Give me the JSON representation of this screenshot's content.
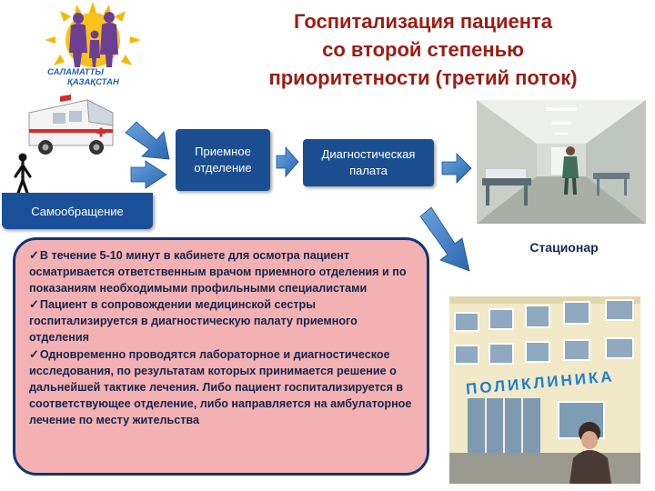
{
  "title": {
    "line1": "Госпитализация пациента",
    "line2": "со второй степенью",
    "line3": "приоритетности (третий поток)"
  },
  "logo": {
    "line1": "САЛАМАТТЫ",
    "line2": "ҚАЗАҚСТАН",
    "colors": {
      "sun": "#f5b800",
      "figures": "#6d3f93",
      "text": "#1f62b3"
    }
  },
  "boxes": {
    "priem_line1": "Приемное",
    "priem_line2": "отделение",
    "diag_line1": "Диагностическая",
    "diag_line2": "палата",
    "self": "Самообращение"
  },
  "photo_clinic_sign": "ПОЛИКЛИНИКА",
  "label_stacionar": "Стационар",
  "panel": {
    "p1_a": "В течение 5-10 минут в кабинете для осмотра пациент осматривается ответственным врачом приемного отделения и по показаниям необходимыми профильными специалистами",
    "p2_a": "Пациент в сопровождении медицинской сестры госпитализируется в диагностическую палату приемного отделения",
    "p3_a": "Одновременно проводятся лабораторное и диагностическое исследования, по результатам которых принимается решение о дальнейшей тактике лечения. Либо пациент госпитализируется в соответствующее отделение, либо направляется на амбулаторное лечение по месту жительства"
  },
  "colors": {
    "title": "#9b1c14",
    "box": "#1a4e90",
    "arrow": "#2f6fb8",
    "panel_fill": "#f3b1b3",
    "panel_border": "#0f3672"
  },
  "icons": [
    "logo-sun-icon",
    "ambulance-icon",
    "person-icon",
    "check-icon"
  ]
}
